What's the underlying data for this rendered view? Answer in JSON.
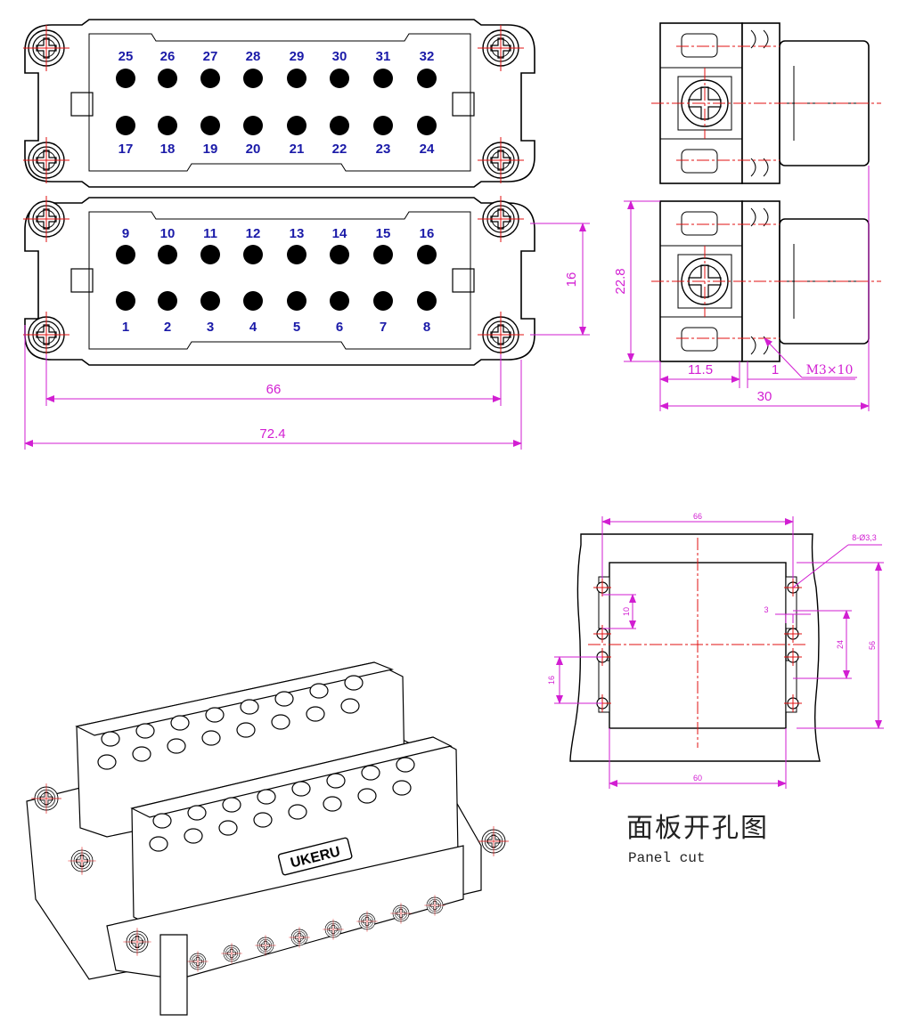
{
  "front_view": {
    "upper_insert_pins_top": [
      "25",
      "26",
      "27",
      "28",
      "29",
      "30",
      "31",
      "32"
    ],
    "upper_insert_pins_bottom": [
      "17",
      "18",
      "19",
      "20",
      "21",
      "22",
      "23",
      "24"
    ],
    "lower_insert_pins_top": [
      "9",
      "10",
      "11",
      "12",
      "13",
      "14",
      "15",
      "16"
    ],
    "lower_insert_pins_bottom": [
      "1",
      "2",
      "3",
      "4",
      "5",
      "6",
      "7",
      "8"
    ],
    "dim_inner_width": "66",
    "dim_overall_width": "72.4",
    "dim_row_pitch": "16"
  },
  "side_view": {
    "dim_height": "22.8",
    "dim_body": "11.5",
    "dim_gap": "1",
    "dim_total": "30",
    "screw_spec": "M3×10"
  },
  "panel_cut": {
    "dim_top_width": "66",
    "dim_bottom_width": "60",
    "hole_spec": "8-Ø3,3",
    "dim_10": "10",
    "dim_3": "3",
    "dim_24": "24",
    "dim_56": "56",
    "dim_16": "16",
    "caption_zh": "面板开孔图",
    "caption_en": "Panel cut"
  },
  "render_3d": {
    "brand": "UKERU"
  },
  "colors": {
    "dimension": "#d21ed2",
    "pin_number": "#1a1aa8",
    "centerline": "#e01010",
    "outline": "#000000"
  }
}
